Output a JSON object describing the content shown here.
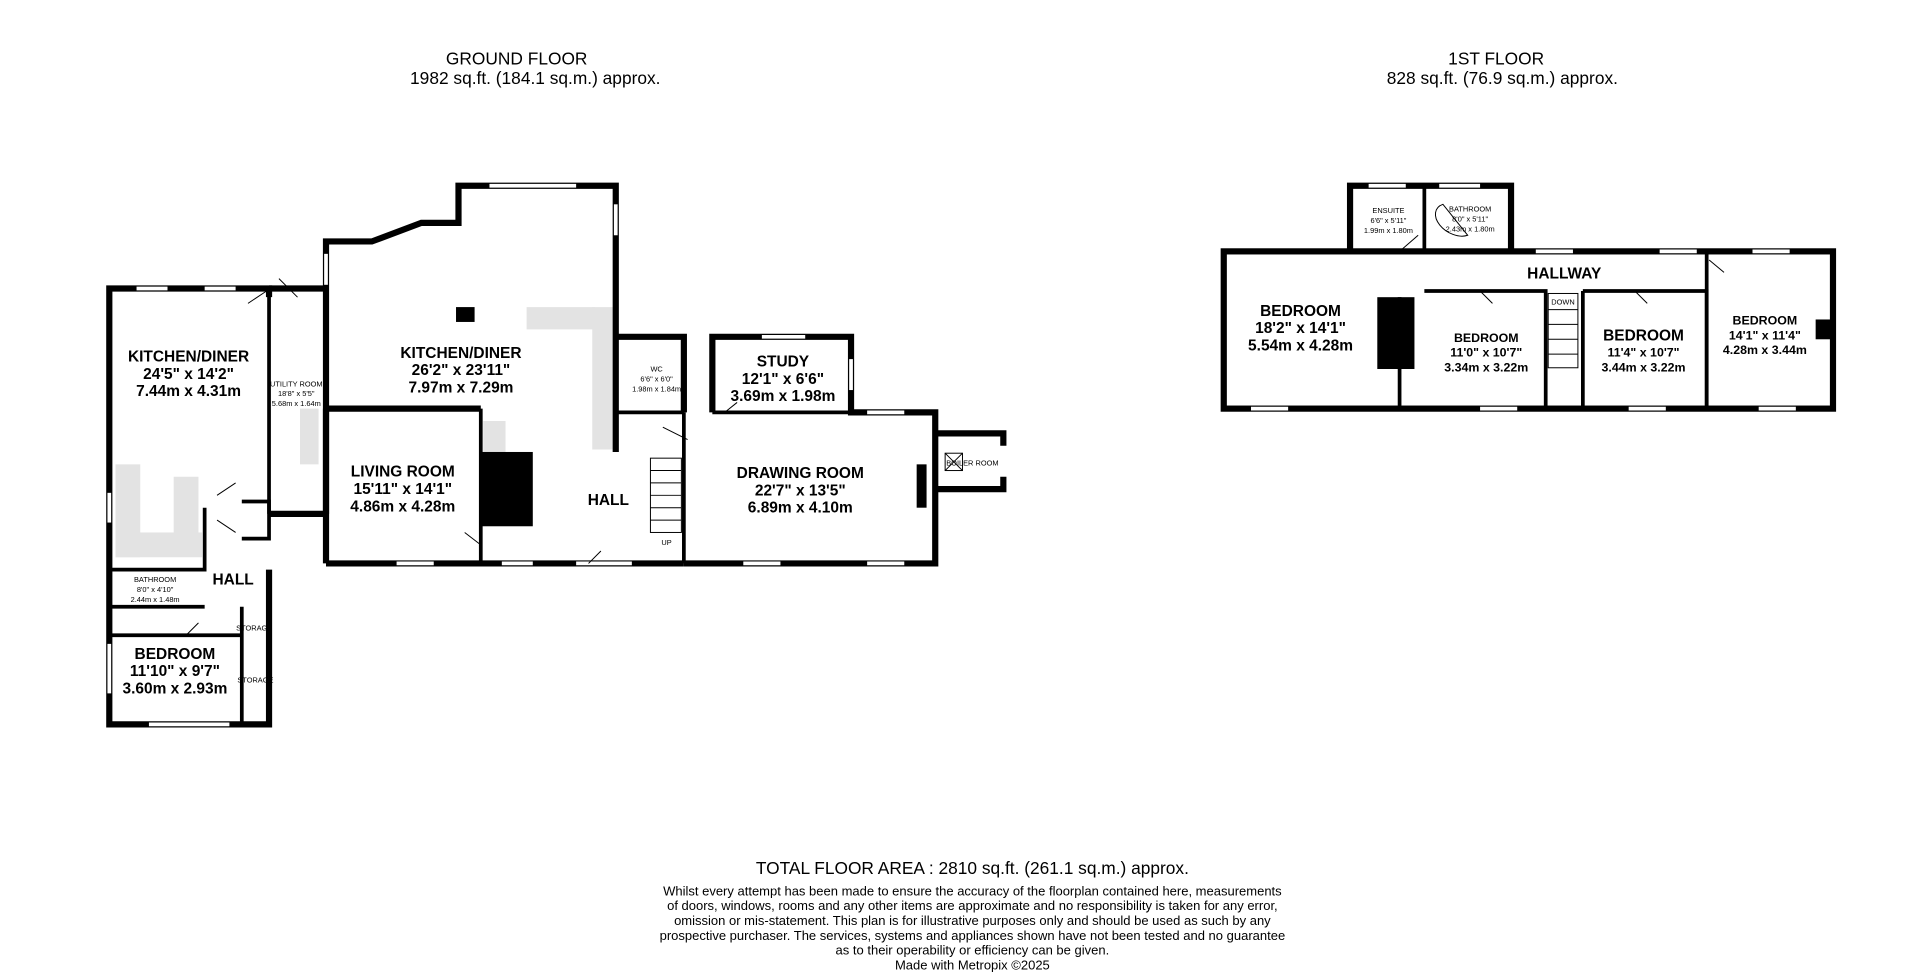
{
  "ground_floor": {
    "title": "GROUND FLOOR",
    "area": "1982 sq.ft. (184.1 sq.m.) approx.",
    "rooms": {
      "kitchen_left": {
        "name": "KITCHEN/DINER",
        "imperial": "24'5\"  x 14'2\"",
        "metric": "7.44m  x 4.31m"
      },
      "utility": {
        "name": "UTILITY ROOM",
        "imperial": "18'8\" x 5'5\"",
        "metric": "5.68m x 1.64m"
      },
      "kitchen_main": {
        "name": "KITCHEN/DINER",
        "imperial": "26'2\"  x 23'11\"",
        "metric": "7.97m  x 7.29m"
      },
      "wc": {
        "name": "WC",
        "imperial": "6'6\" x 6'0\"",
        "metric": "1.98m x 1.84m"
      },
      "study": {
        "name": "STUDY",
        "imperial": "12'1\"  x 6'6\"",
        "metric": "3.69m  x 1.98m"
      },
      "living": {
        "name": "LIVING ROOM",
        "imperial": "15'11\"  x 14'1\"",
        "metric": "4.86m  x 4.28m"
      },
      "hall_main": {
        "name": "HALL"
      },
      "stairs_label": "UP",
      "drawing": {
        "name": "DRAWING ROOM",
        "imperial": "22'7\"  x 13'5\"",
        "metric": "6.89m  x 4.10m"
      },
      "boiler": {
        "name": "BOILER ROOM"
      },
      "bathroom": {
        "name": "BATHROOM",
        "imperial": "8'0\"  x 4'10\"",
        "metric": "2.44m x 1.48m"
      },
      "hall_left": {
        "name": "HALL"
      },
      "storage1": {
        "name": "STORAGE"
      },
      "storage2": {
        "name": "STORAGE"
      },
      "bedroom": {
        "name": "BEDROOM",
        "imperial": "11'10\"  x 9'7\"",
        "metric": "3.60m  x 2.93m"
      }
    }
  },
  "first_floor": {
    "title": "1ST FLOOR",
    "area": "828 sq.ft. (76.9 sq.m.) approx.",
    "rooms": {
      "ensuite": {
        "name": "ENSUITE",
        "imperial": "6'6\" x 5'11\"",
        "metric": "1.99m x 1.80m"
      },
      "bathroom": {
        "name": "BATHROOM",
        "imperial": "8'0\" x 5'11\"",
        "metric": "2.43m x 1.80m"
      },
      "hallway": {
        "name": "HALLWAY"
      },
      "stairs_label": "DOWN",
      "bedroom1": {
        "name": "BEDROOM",
        "imperial": "18'2\"  x 14'1\"",
        "metric": "5.54m  x 4.28m"
      },
      "bedroom2": {
        "name": "BEDROOM",
        "imperial": "11'0\"  x 10'7\"",
        "metric": "3.34m  x 3.22m"
      },
      "bedroom3": {
        "name": "BEDROOM",
        "imperial": "11'4\"  x 10'7\"",
        "metric": "3.44m  x 3.22m"
      },
      "bedroom4": {
        "name": "BEDROOM",
        "imperial": "14'1\"  x 11'4\"",
        "metric": "4.28m  x 3.44m"
      }
    }
  },
  "footer": {
    "total": "TOTAL FLOOR AREA : 2810 sq.ft. (261.1 sq.m.) approx.",
    "disclaimer": [
      "Whilst every attempt has been made to ensure the accuracy of the floorplan contained here, measurements",
      "of doors, windows, rooms and any other items are approximate and no responsibility is taken for any error,",
      "omission or mis-statement. This plan is for illustrative purposes only and should be used as such by any",
      "prospective purchaser. The services, systems and appliances shown have not been tested and no guarantee",
      "as to their operability or efficiency can be given."
    ],
    "credit": "Made with Metropix ©2025"
  }
}
